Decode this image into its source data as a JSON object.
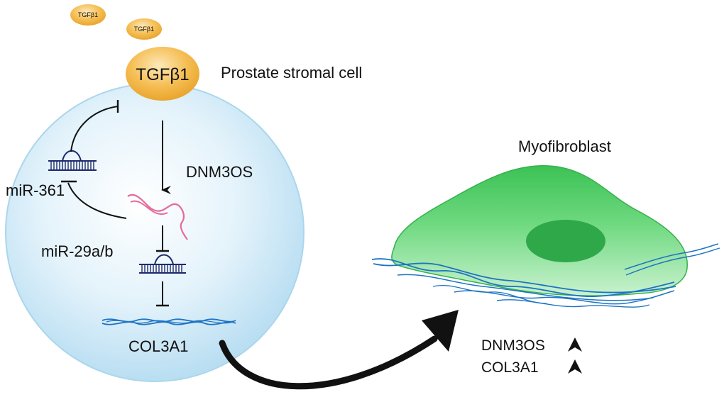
{
  "ligand": {
    "small_1": "TGFβ1",
    "small_2": "TGFβ1",
    "main": "TGFβ1"
  },
  "cell_label": "Prostate stromal cell",
  "labels": {
    "lncrna": "DNM3OS",
    "mir361": "miR-361",
    "mir29": "miR-29a/b",
    "collagen": "COL3A1",
    "myofibroblast": "Myofibroblast"
  },
  "upregulated": [
    {
      "name": "DNM3OS",
      "symbol": "⮝"
    },
    {
      "name": "COL3A1",
      "symbol": "⮝"
    }
  ],
  "colors": {
    "cell_fill": "#d4ebf7",
    "cell_edge": "#a9d3ea",
    "ligand": "#f3b64a",
    "myofibroblast": "#43c35c",
    "nucleus": "#2fa84a",
    "collagen": "#1d74c4",
    "lncrna": "#e46a9a",
    "mirna": "#1e2a6b"
  }
}
